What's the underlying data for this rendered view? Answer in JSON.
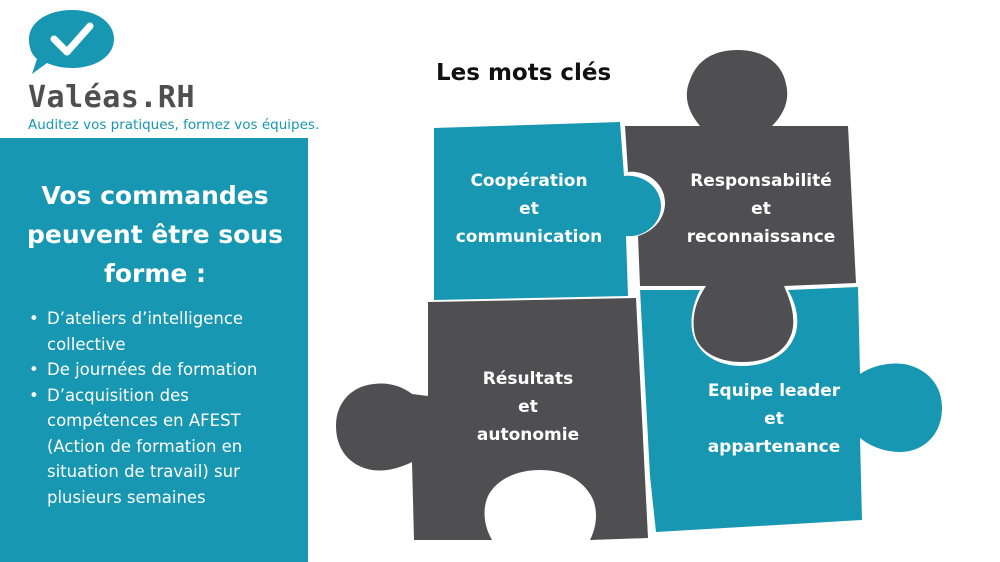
{
  "brand": {
    "name": "Valéas.RH",
    "tagline": "Auditez vos pratiques, formez vos équipes.",
    "logo_icon": "check-bubble-icon",
    "accent_color": "#1797b1"
  },
  "panel": {
    "title_lines": [
      "Vos commandes",
      "peuvent être sous",
      "forme :"
    ],
    "items": [
      "D’ateliers d’intelligence collective",
      "De journées de formation",
      "D’acquisition des compétences en AFEST (Action de formation en situation de travail) sur plusieurs semaines"
    ]
  },
  "puzzle": {
    "title": "Les mots clés",
    "colors": {
      "blue": "#1797b1",
      "gray": "#4f4f52"
    },
    "pieces": [
      {
        "lines": [
          "Coopération",
          "et",
          "communication"
        ]
      },
      {
        "lines": [
          "Responsabilité",
          "et",
          "reconnaissance"
        ]
      },
      {
        "lines": [
          "Résultats",
          "et",
          "autonomie"
        ]
      },
      {
        "lines": [
          "Equipe leader",
          "et",
          "appartenance"
        ]
      }
    ]
  }
}
